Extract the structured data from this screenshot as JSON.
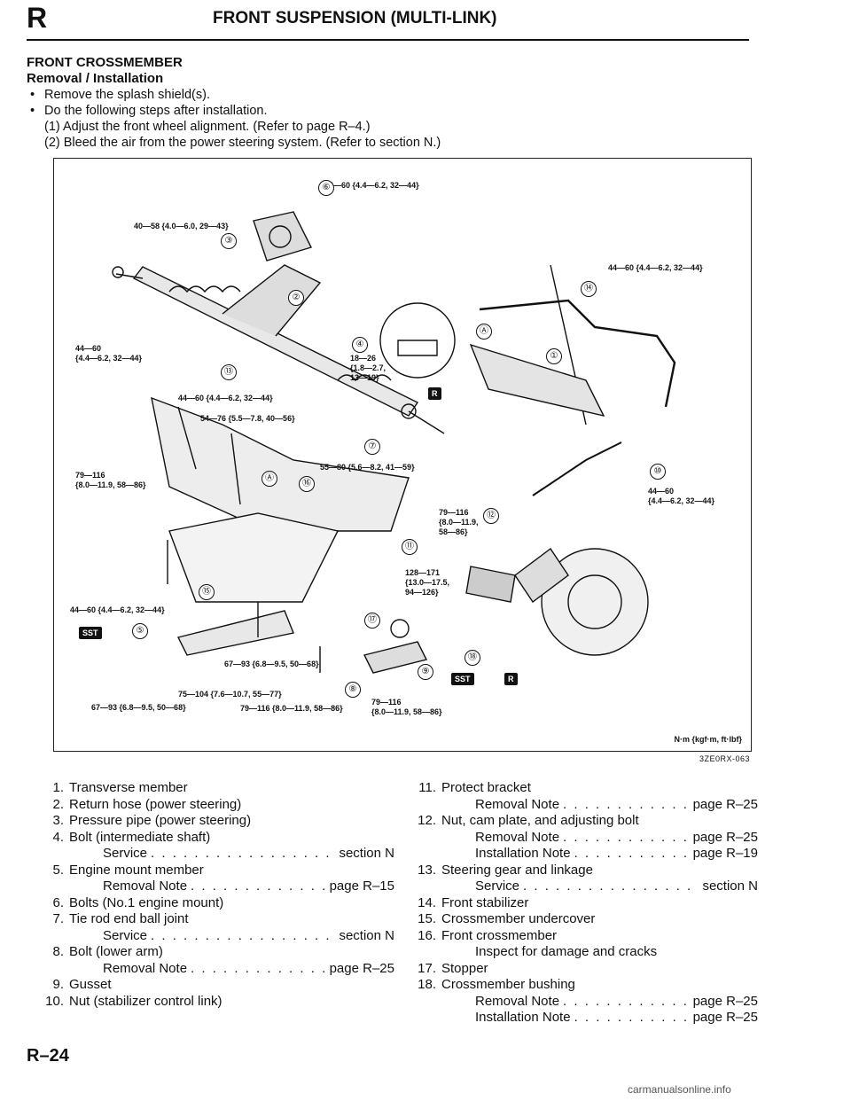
{
  "header": {
    "letter": "R",
    "title": "FRONT SUSPENSION (MULTI-LINK)"
  },
  "section": {
    "title": "FRONT CROSSMEMBER",
    "subtitle": "Removal / Installation",
    "bullets": [
      "Remove the splash shield(s).",
      "Do the following steps after installation."
    ],
    "steps": [
      "(1)  Adjust the front wheel alignment. (Refer to page R–4.)",
      "(2)  Bleed the air from the power steering system. (Refer to section N.)"
    ]
  },
  "diagram": {
    "torques": {
      "t1": "44—60 {4.4—6.2, 32—44}",
      "t2": "40—58 {4.0—6.0, 29—43}",
      "t3": "44—60 {4.4—6.2, 32—44}",
      "t4a": "44—60",
      "t4b": "{4.4—6.2, 32—44}",
      "t5a": "18—26",
      "t5b": "{1.8—2.7,",
      "t5c": "13—19}",
      "t6": "44—60 {4.4—6.2, 32—44}",
      "t7": "54—76 {5.5—7.8, 40—56}",
      "t8a": "79—116",
      "t8b": "{8.0—11.9, 58—86}",
      "t9": "55—80 {5.6—8.2, 41—59}",
      "t10a": "44—60",
      "t10b": "{4.4—6.2, 32—44}",
      "t11a": "79—116",
      "t11b": "{8.0—11.9,",
      "t11c": "58—86}",
      "t12a": "128—171",
      "t12b": "{13.0—17.5,",
      "t12c": "94—126}",
      "t13": "44—60 {4.4—6.2, 32—44}",
      "t14": "67—93 {6.8—9.5, 50—68}",
      "t15": "75—104 {7.6—10.7, 55—77}",
      "t16": "67—93 {6.8—9.5, 50—68}",
      "t17": "79—116 {8.0—11.9, 58—86}",
      "t18a": "79—116",
      "t18b": "{8.0—11.9, 58—86}"
    },
    "callouts": {
      "c1": "①",
      "c2": "②",
      "c3": "③",
      "c4": "④",
      "c5": "⑤",
      "c6": "⑥",
      "c7": "⑦",
      "c8": "⑧",
      "c9": "⑨",
      "c10": "⑩",
      "c11": "⑪",
      "c12": "⑫",
      "c13": "⑬",
      "c14": "⑭",
      "c15": "⑮",
      "c16": "⑯",
      "c17": "⑰",
      "c18": "⑱",
      "a1": "Ⓐ",
      "a2": "Ⓐ"
    },
    "tags": {
      "r1": "R",
      "sst1": "SST",
      "sst2": "SST",
      "r2": "R"
    },
    "units": "N·m {kgf·m, ft·lbf}",
    "ref": "3ZE0RX-063"
  },
  "legend_left": [
    {
      "num": "1.",
      "text": "Transverse member"
    },
    {
      "num": "2.",
      "text": "Return hose (power steering)"
    },
    {
      "num": "3.",
      "text": "Pressure pipe (power steering)"
    },
    {
      "num": "4.",
      "text": "Bolt (intermediate shaft)",
      "sub": [
        {
          "label": "Service",
          "ref": "section N"
        }
      ]
    },
    {
      "num": "5.",
      "text": "Engine mount member",
      "sub": [
        {
          "label": "Removal Note",
          "ref": "page R–15"
        }
      ]
    },
    {
      "num": "6.",
      "text": "Bolts (No.1 engine mount)"
    },
    {
      "num": "7.",
      "text": "Tie rod end ball joint",
      "sub": [
        {
          "label": "Service",
          "ref": "section N"
        }
      ]
    },
    {
      "num": "8.",
      "text": "Bolt (lower arm)",
      "sub": [
        {
          "label": "Removal Note",
          "ref": "page R–25"
        }
      ]
    },
    {
      "num": "9.",
      "text": "Gusset"
    },
    {
      "num": "10.",
      "text": "Nut (stabilizer control link)"
    }
  ],
  "legend_right": [
    {
      "num": "11.",
      "text": "Protect bracket",
      "sub": [
        {
          "label": "Removal Note",
          "ref": "page R–25"
        }
      ]
    },
    {
      "num": "12.",
      "text": "Nut, cam plate, and adjusting bolt",
      "sub": [
        {
          "label": "Removal Note",
          "ref": "page R–25"
        },
        {
          "label": "Installation Note",
          "ref": "page R–19"
        }
      ]
    },
    {
      "num": "13.",
      "text": "Steering gear and linkage",
      "sub": [
        {
          "label": "Service",
          "ref": "section N"
        }
      ]
    },
    {
      "num": "14.",
      "text": "Front stabilizer"
    },
    {
      "num": "15.",
      "text": "Crossmember undercover"
    },
    {
      "num": "16.",
      "text": "Front crossmember",
      "note": "Inspect for damage and cracks"
    },
    {
      "num": "17.",
      "text": "Stopper"
    },
    {
      "num": "18.",
      "text": "Crossmember bushing",
      "sub": [
        {
          "label": "Removal Note",
          "ref": "page R–25"
        },
        {
          "label": "Installation Note",
          "ref": "page R–25"
        }
      ]
    }
  ],
  "footer": "R–24",
  "watermark": "carmanualsonline.info"
}
